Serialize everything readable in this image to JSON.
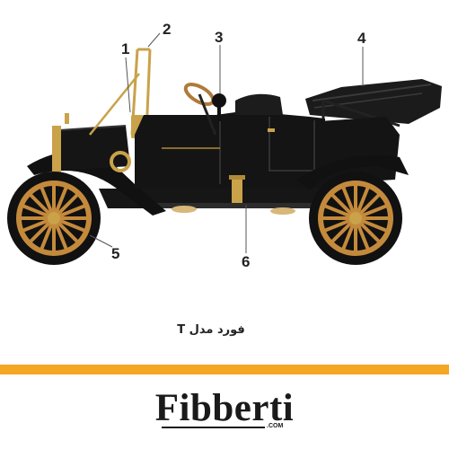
{
  "figure": {
    "callouts": [
      {
        "id": "1",
        "label": "1"
      },
      {
        "id": "2",
        "label": "2"
      },
      {
        "id": "3",
        "label": "3"
      },
      {
        "id": "4",
        "label": "4"
      },
      {
        "id": "5",
        "label": "5"
      },
      {
        "id": "6",
        "label": "6"
      }
    ],
    "caption": "فورد مدل T"
  },
  "colors": {
    "body_black": "#141414",
    "brass": "#c9a24a",
    "wheel_wood": "#c48a3c",
    "accent_band": "#f5a623",
    "text": "#222222"
  },
  "brand": {
    "logo": "Fibberti",
    "logo_suffix": ".COM"
  }
}
